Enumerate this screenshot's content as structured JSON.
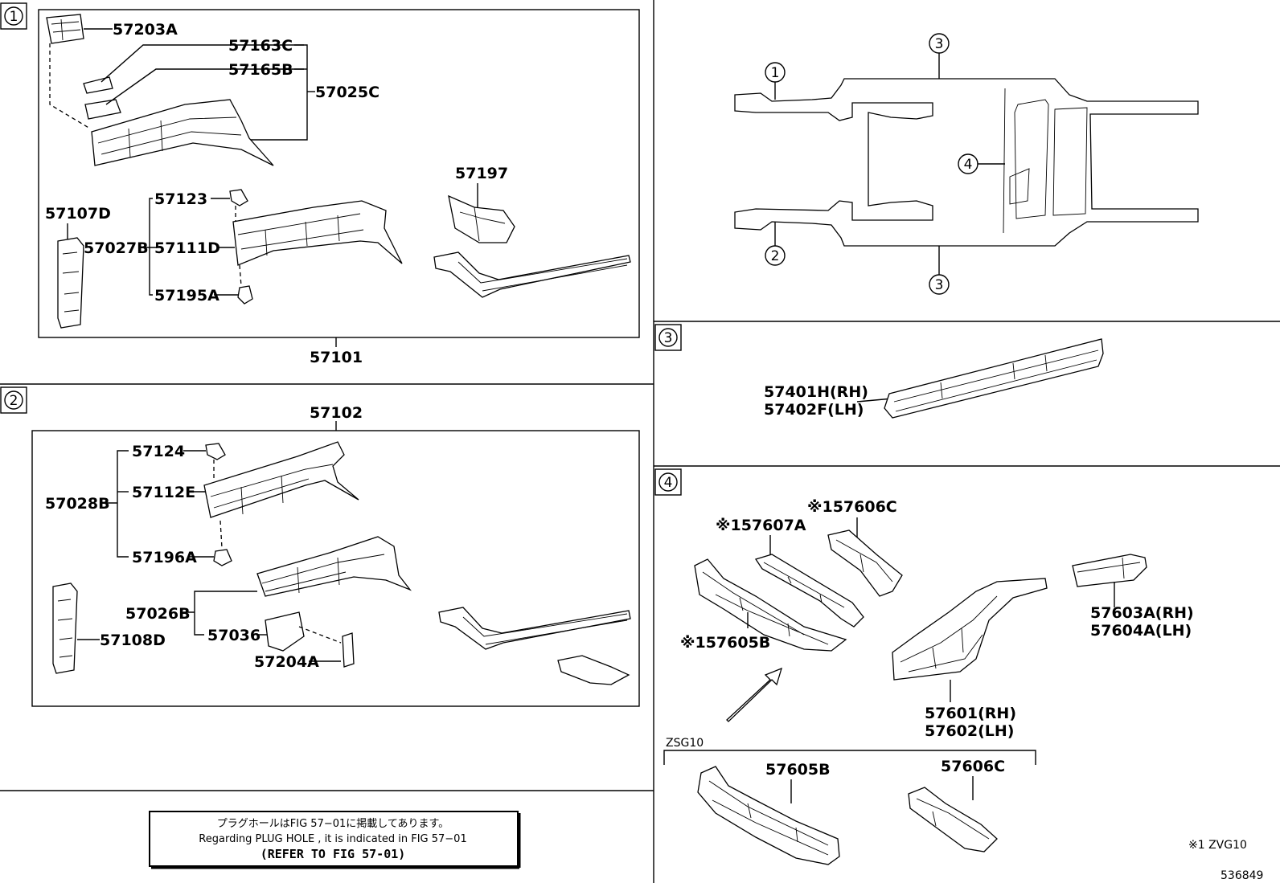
{
  "sections": {
    "s1": {
      "marker": "1",
      "labels": {
        "p57203A": "57203A",
        "p57163C": "57163C",
        "p57165B": "57165B",
        "p57025C": "57025C",
        "p57197": "57197",
        "p57107D": "57107D",
        "p57123": "57123",
        "p57027B": "57027B",
        "p57111D": "57111D",
        "p57195A": "57195A",
        "p57101": "57101"
      }
    },
    "s2": {
      "marker": "2",
      "labels": {
        "p57102": "57102",
        "p57124": "57124",
        "p57028B": "57028B",
        "p57112E": "57112E",
        "p57196A": "57196A",
        "p57026B": "57026B",
        "p57036": "57036",
        "p57108D": "57108D",
        "p57204A": "57204A"
      }
    },
    "overview": {
      "callouts": [
        "1",
        "2",
        "3",
        "3",
        "4"
      ]
    },
    "s3": {
      "marker": "3",
      "labels": {
        "rh": "57401H(RH)",
        "lh": "57402F(LH)"
      }
    },
    "s4": {
      "marker": "4",
      "labels": {
        "p57607A": "※157607A",
        "p57606C": "※157606C",
        "p57605B": "※157605B",
        "p57603A": "57603A(RH)",
        "p57604A": "57604A(LH)",
        "p57601": "57601(RH)",
        "p57602": "57602(LH)",
        "zsg": "ZSG10",
        "z57605B": "57605B",
        "z57606C": "57606C",
        "footnote": "※1 ZVG10"
      }
    }
  },
  "notice": {
    "line1": "プラグホールはFIG 57−01に掲載してあります。",
    "line2": "Regarding PLUG HOLE , it is indicated in FIG 57−01",
    "line3": "(REFER TO FIG 57-01)"
  },
  "illustration_number": "536849"
}
